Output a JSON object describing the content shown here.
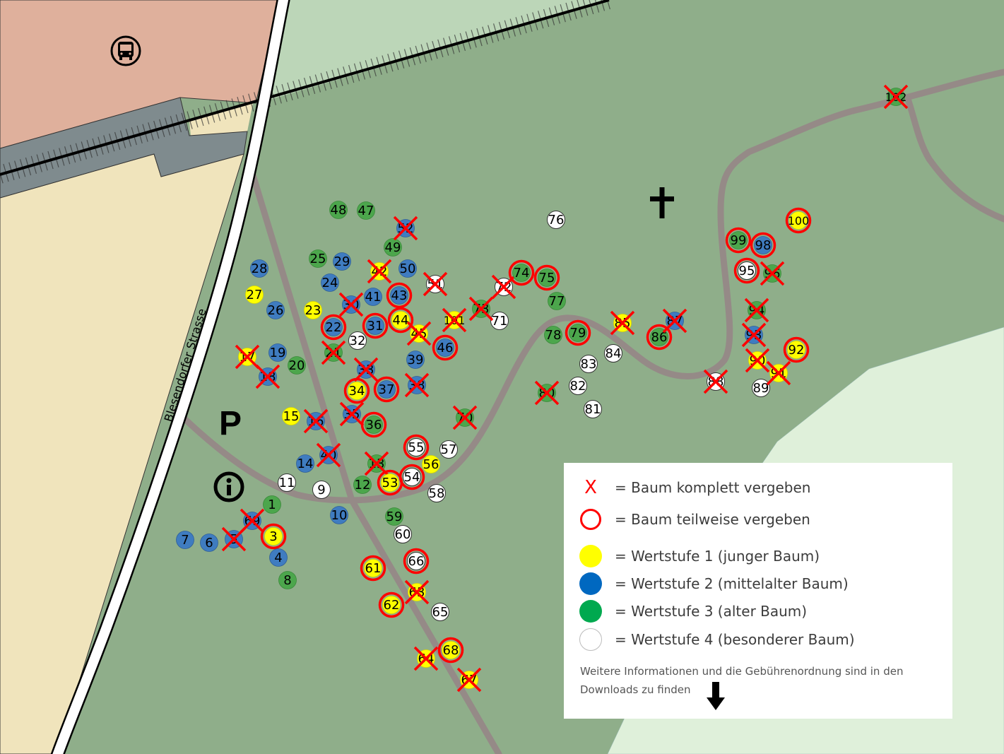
{
  "map": {
    "street_name": "Blesendorfer Strasse",
    "parking_label": "P",
    "icons": [
      "bus-stop-icon",
      "parking-icon",
      "info-icon",
      "cross-icon",
      "download-arrow-icon"
    ]
  },
  "colors": {
    "wertstufe_1": "#ffff00",
    "wertstufe_2": "#3f7cc0",
    "wertstufe_3": "#4ca64c",
    "wertstufe_4": "#ffffff",
    "status_mark": "#ff0000"
  },
  "legend": {
    "komplett": "= Baum komplett vergeben",
    "teilweise": "= Baum teilweise vergeben",
    "stufe1": "= Wertstufe 1 (junger Baum)",
    "stufe2": "= Wertstufe 2 (mittelalter Baum)",
    "stufe3": "= Wertstufe 3 (alter Baum)",
    "stufe4": "= Wertstufe 4 (besonderer Baum)",
    "x_symbol": "X",
    "note": "Weitere Informationen und die Gebührenordnung sind in den Downloads zu finden"
  },
  "trees": [
    {
      "number": "1",
      "wertstufe": 3,
      "status": "frei"
    },
    {
      "number": "3",
      "wertstufe": 1,
      "status": "teilweise"
    },
    {
      "number": "4",
      "wertstufe": 2,
      "status": "frei"
    },
    {
      "number": "5",
      "wertstufe": 2,
      "status": "komplett"
    },
    {
      "number": "6",
      "wertstufe": 2,
      "status": "frei"
    },
    {
      "number": "7",
      "wertstufe": 2,
      "status": "frei"
    },
    {
      "number": "8",
      "wertstufe": 3,
      "status": "frei"
    },
    {
      "number": "9",
      "wertstufe": 4,
      "status": "frei"
    },
    {
      "number": "10",
      "wertstufe": 2,
      "status": "frei"
    },
    {
      "number": "11",
      "wertstufe": 4,
      "status": "frei"
    },
    {
      "number": "12",
      "wertstufe": 3,
      "status": "frei"
    },
    {
      "number": "13",
      "wertstufe": 3,
      "status": "komplett"
    },
    {
      "number": "14",
      "wertstufe": 2,
      "status": "frei"
    },
    {
      "number": "15",
      "wertstufe": 1,
      "status": "frei"
    },
    {
      "number": "16",
      "wertstufe": 2,
      "status": "komplett"
    },
    {
      "number": "17",
      "wertstufe": 1,
      "status": "komplett"
    },
    {
      "number": "18",
      "wertstufe": 2,
      "status": "komplett"
    },
    {
      "number": "19",
      "wertstufe": 2,
      "status": "frei"
    },
    {
      "number": "20",
      "wertstufe": 3,
      "status": "frei"
    },
    {
      "number": "21",
      "wertstufe": 3,
      "status": "komplett"
    },
    {
      "number": "22",
      "wertstufe": 2,
      "status": "teilweise"
    },
    {
      "number": "23",
      "wertstufe": 1,
      "status": "frei"
    },
    {
      "number": "24",
      "wertstufe": 2,
      "status": "frei"
    },
    {
      "number": "25",
      "wertstufe": 3,
      "status": "frei"
    },
    {
      "number": "26",
      "wertstufe": 2,
      "status": "frei"
    },
    {
      "number": "27",
      "wertstufe": 1,
      "status": "frei"
    },
    {
      "number": "28",
      "wertstufe": 2,
      "status": "frei"
    },
    {
      "number": "29",
      "wertstufe": 2,
      "status": "frei"
    },
    {
      "number": "30",
      "wertstufe": 2,
      "status": "komplett"
    },
    {
      "number": "31",
      "wertstufe": 2,
      "status": "teilweise"
    },
    {
      "number": "32",
      "wertstufe": 4,
      "status": "frei"
    },
    {
      "number": "33",
      "wertstufe": 2,
      "status": "komplett"
    },
    {
      "number": "34",
      "wertstufe": 1,
      "status": "teilweise"
    },
    {
      "number": "35",
      "wertstufe": 2,
      "status": "komplett"
    },
    {
      "number": "36",
      "wertstufe": 3,
      "status": "teilweise"
    },
    {
      "number": "37",
      "wertstufe": 2,
      "status": "teilweise"
    },
    {
      "number": "38",
      "wertstufe": 2,
      "status": "komplett"
    },
    {
      "number": "39",
      "wertstufe": 2,
      "status": "frei"
    },
    {
      "number": "40",
      "wertstufe": 2,
      "status": "komplett"
    },
    {
      "number": "41",
      "wertstufe": 2,
      "status": "frei"
    },
    {
      "number": "42",
      "wertstufe": 1,
      "status": "komplett"
    },
    {
      "number": "43",
      "wertstufe": 2,
      "status": "teilweise"
    },
    {
      "number": "44",
      "wertstufe": 1,
      "status": "teilweise"
    },
    {
      "number": "45",
      "wertstufe": 1,
      "status": "komplett"
    },
    {
      "number": "46",
      "wertstufe": 2,
      "status": "teilweise"
    },
    {
      "number": "47",
      "wertstufe": 3,
      "status": "frei"
    },
    {
      "number": "48",
      "wertstufe": 3,
      "status": "frei"
    },
    {
      "number": "49",
      "wertstufe": 3,
      "status": "frei"
    },
    {
      "number": "50",
      "wertstufe": 2,
      "status": "frei"
    },
    {
      "number": "51",
      "wertstufe": 4,
      "status": "komplett"
    },
    {
      "number": "52",
      "wertstufe": 2,
      "status": "komplett"
    },
    {
      "number": "53",
      "wertstufe": 1,
      "status": "teilweise"
    },
    {
      "number": "54",
      "wertstufe": 4,
      "status": "teilweise"
    },
    {
      "number": "55",
      "wertstufe": 4,
      "status": "teilweise"
    },
    {
      "number": "56",
      "wertstufe": 1,
      "status": "frei"
    },
    {
      "number": "57",
      "wertstufe": 4,
      "status": "frei"
    },
    {
      "number": "58",
      "wertstufe": 4,
      "status": "frei"
    },
    {
      "number": "59",
      "wertstufe": 3,
      "status": "frei"
    },
    {
      "number": "60",
      "wertstufe": 4,
      "status": "frei"
    },
    {
      "number": "61",
      "wertstufe": 1,
      "status": "teilweise"
    },
    {
      "number": "62",
      "wertstufe": 1,
      "status": "teilweise"
    },
    {
      "number": "63",
      "wertstufe": 1,
      "status": "komplett"
    },
    {
      "number": "64",
      "wertstufe": 1,
      "status": "komplett"
    },
    {
      "number": "65",
      "wertstufe": 4,
      "status": "frei"
    },
    {
      "number": "66",
      "wertstufe": 4,
      "status": "teilweise"
    },
    {
      "number": "67",
      "wertstufe": 1,
      "status": "komplett"
    },
    {
      "number": "68",
      "wertstufe": 1,
      "status": "teilweise"
    },
    {
      "number": "69",
      "wertstufe": 2,
      "status": "komplett"
    },
    {
      "number": "70",
      "wertstufe": 3,
      "status": "komplett"
    },
    {
      "number": "71",
      "wertstufe": 4,
      "status": "frei"
    },
    {
      "number": "72",
      "wertstufe": 4,
      "status": "komplett"
    },
    {
      "number": "73",
      "wertstufe": 3,
      "status": "komplett"
    },
    {
      "number": "74",
      "wertstufe": 3,
      "status": "teilweise"
    },
    {
      "number": "75",
      "wertstufe": 3,
      "status": "teilweise"
    },
    {
      "number": "76",
      "wertstufe": 4,
      "status": "frei"
    },
    {
      "number": "77",
      "wertstufe": 3,
      "status": "frei"
    },
    {
      "number": "78",
      "wertstufe": 3,
      "status": "frei"
    },
    {
      "number": "79",
      "wertstufe": 3,
      "status": "teilweise"
    },
    {
      "number": "80",
      "wertstufe": 3,
      "status": "komplett"
    },
    {
      "number": "81",
      "wertstufe": 4,
      "status": "frei"
    },
    {
      "number": "82",
      "wertstufe": 4,
      "status": "frei"
    },
    {
      "number": "83",
      "wertstufe": 4,
      "status": "frei"
    },
    {
      "number": "84",
      "wertstufe": 4,
      "status": "frei"
    },
    {
      "number": "85",
      "wertstufe": 1,
      "status": "komplett"
    },
    {
      "number": "86",
      "wertstufe": 3,
      "status": "teilweise"
    },
    {
      "number": "87",
      "wertstufe": 2,
      "status": "komplett"
    },
    {
      "number": "88",
      "wertstufe": 4,
      "status": "komplett"
    },
    {
      "number": "89",
      "wertstufe": 4,
      "status": "frei"
    },
    {
      "number": "90",
      "wertstufe": 1,
      "status": "komplett"
    },
    {
      "number": "91",
      "wertstufe": 1,
      "status": "komplett"
    },
    {
      "number": "92",
      "wertstufe": 1,
      "status": "teilweise"
    },
    {
      "number": "93",
      "wertstufe": 2,
      "status": "komplett"
    },
    {
      "number": "94",
      "wertstufe": 3,
      "status": "komplett"
    },
    {
      "number": "95",
      "wertstufe": 4,
      "status": "teilweise"
    },
    {
      "number": "96",
      "wertstufe": 3,
      "status": "komplett"
    },
    {
      "number": "98",
      "wertstufe": 2,
      "status": "teilweise"
    },
    {
      "number": "99",
      "wertstufe": 3,
      "status": "teilweise"
    },
    {
      "number": "100",
      "wertstufe": 1,
      "status": "teilweise"
    },
    {
      "number": "101",
      "wertstufe": 1,
      "status": "komplett"
    },
    {
      "number": "102",
      "wertstufe": 3,
      "status": "komplett"
    }
  ]
}
